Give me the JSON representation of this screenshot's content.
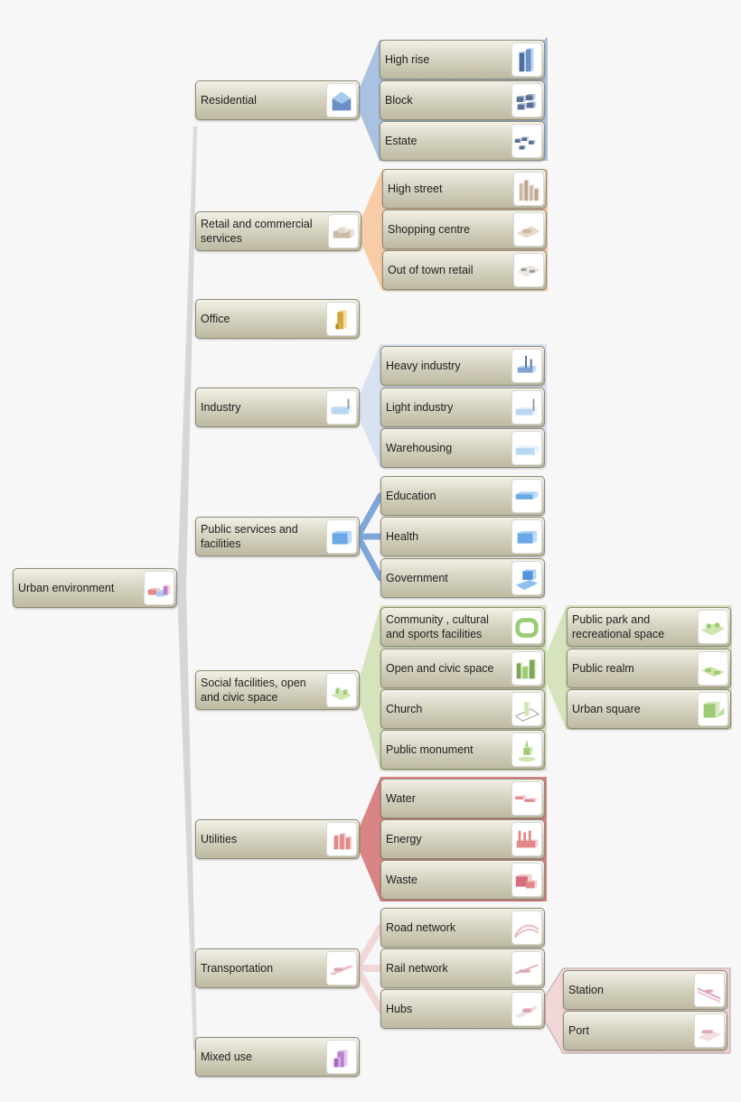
{
  "colors": {
    "trunk": "#d6d6d6",
    "residential": "#a9c2e2",
    "retail": "#f9cca8",
    "industry": "#d9e2f1",
    "public": "#7fa6d9",
    "social": "#d6e4bd",
    "utilities": "#d98585",
    "transportation": "#f2d7d9"
  },
  "root": {
    "label": "Urban environment",
    "icon": "urban-environment-icon"
  },
  "categories": [
    {
      "label": "Residential",
      "icon": "residential-icon"
    },
    {
      "label": "Retail and commercial services",
      "icon": "retail-icon"
    },
    {
      "label": "Office",
      "icon": "office-icon"
    },
    {
      "label": "Industry",
      "icon": "industry-icon"
    },
    {
      "label": "Public services and facilities",
      "icon": "public-services-icon"
    },
    {
      "label": "Social facilities, open and civic space",
      "icon": "social-facilities-icon"
    },
    {
      "label": "Utilities",
      "icon": "utilities-icon"
    },
    {
      "label": "Transportation",
      "icon": "transportation-icon"
    },
    {
      "label": "Mixed use",
      "icon": "mixed-use-icon"
    }
  ],
  "subcategories": [
    {
      "label": "High rise",
      "icon": "high-rise-icon"
    },
    {
      "label": "Block",
      "icon": "block-icon"
    },
    {
      "label": "Estate",
      "icon": "estate-icon"
    },
    {
      "label": "High street",
      "icon": "high-street-icon"
    },
    {
      "label": "Shopping centre",
      "icon": "shopping-centre-icon"
    },
    {
      "label": "Out of town retail",
      "icon": "out-of-town-retail-icon"
    },
    {
      "label": "Heavy industry",
      "icon": "heavy-industry-icon"
    },
    {
      "label": "Light industry",
      "icon": "light-industry-icon"
    },
    {
      "label": "Warehousing",
      "icon": "warehousing-icon"
    },
    {
      "label": "Education",
      "icon": "education-icon"
    },
    {
      "label": "Health",
      "icon": "health-icon"
    },
    {
      "label": "Government",
      "icon": "government-icon"
    },
    {
      "label": "Community , cultural and sports facilities",
      "icon": "community-icon"
    },
    {
      "label": "Open and civic space",
      "icon": "open-civic-space-icon"
    },
    {
      "label": "Church",
      "icon": "church-icon"
    },
    {
      "label": "Public monument",
      "icon": "public-monument-icon"
    },
    {
      "label": "Water",
      "icon": "water-icon"
    },
    {
      "label": "Energy",
      "icon": "energy-icon"
    },
    {
      "label": "Waste",
      "icon": "waste-icon"
    },
    {
      "label": "Road network",
      "icon": "road-network-icon"
    },
    {
      "label": "Rail network",
      "icon": "rail-network-icon"
    },
    {
      "label": "Hubs",
      "icon": "hubs-icon"
    }
  ],
  "leaves": [
    {
      "label": "Public park and recreational space",
      "icon": "public-park-icon"
    },
    {
      "label": "Public realm",
      "icon": "public-realm-icon"
    },
    {
      "label": "Urban square",
      "icon": "urban-square-icon"
    },
    {
      "label": "Station",
      "icon": "station-icon"
    },
    {
      "label": "Port",
      "icon": "port-icon"
    }
  ]
}
